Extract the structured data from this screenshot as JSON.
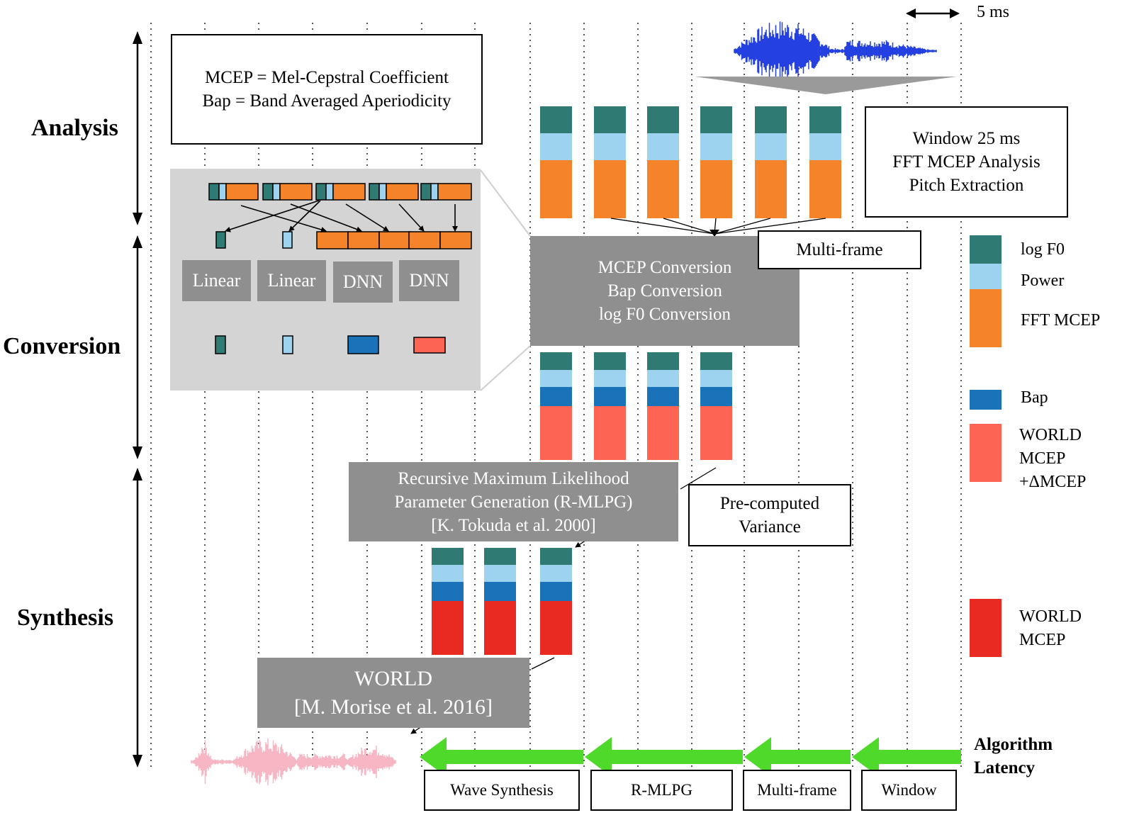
{
  "scale_bar": {
    "label": "5 ms"
  },
  "stages": {
    "analysis": "Analysis",
    "conversion": "Conversion",
    "synthesis": "Synthesis"
  },
  "definitions": {
    "line1": "MCEP = Mel-Cepstral Coefficient",
    "line2": "Bap = Band Averaged Aperiodicity"
  },
  "window_box": {
    "line1": "Window 25 ms",
    "line2": "FFT MCEP Analysis",
    "line3": "Pitch Extraction"
  },
  "multiframe_box": {
    "label": "Multi-frame"
  },
  "conversion_box": {
    "line1": "MCEP Conversion",
    "line2": "Bap Conversion",
    "line3": "log F0 Conversion"
  },
  "inset": {
    "b1": "Linear",
    "b2": "Linear",
    "b3": "DNN",
    "b4": "DNN"
  },
  "rmlpg_box": {
    "line1": "Recursive Maximum Likelihood",
    "line2": "Parameter Generation (R-MLPG)",
    "line3": "[K. Tokuda et al. 2000]"
  },
  "precomputed_box": {
    "line1": "Pre-computed",
    "line2": "Variance"
  },
  "world_box": {
    "line1": "WORLD",
    "line2": "[M. Morise et al. 2016]"
  },
  "legend": {
    "logf0": "log F0",
    "power": "Power",
    "fftmcep": "FFT MCEP",
    "bap": "Bap",
    "worldmcep_delta": {
      "line1": "WORLD",
      "line2": "MCEP",
      "line3": "+ΔMCEP"
    },
    "worldmcep": {
      "line1": "WORLD",
      "line2": "MCEP"
    }
  },
  "latency": {
    "title_line1": "Algorithm",
    "title_line2": "Latency",
    "segments": [
      "Wave Synthesis",
      "R-MLPG",
      "Multi-frame",
      "Window"
    ]
  },
  "colors": {
    "logf0": "#2f7b74",
    "power": "#9dd3ee",
    "fftmcep": "#f5832a",
    "bap": "#1a73b8",
    "worldmcep_delta": "#fe6453",
    "worldmcep": "#e82a22",
    "latency_arrow": "#4fd92a",
    "gray_box": "#8f8f8f",
    "inset_bg": "#d4d4d4",
    "input_wave": "#2440e0",
    "output_wave": "#f7b6c4"
  }
}
